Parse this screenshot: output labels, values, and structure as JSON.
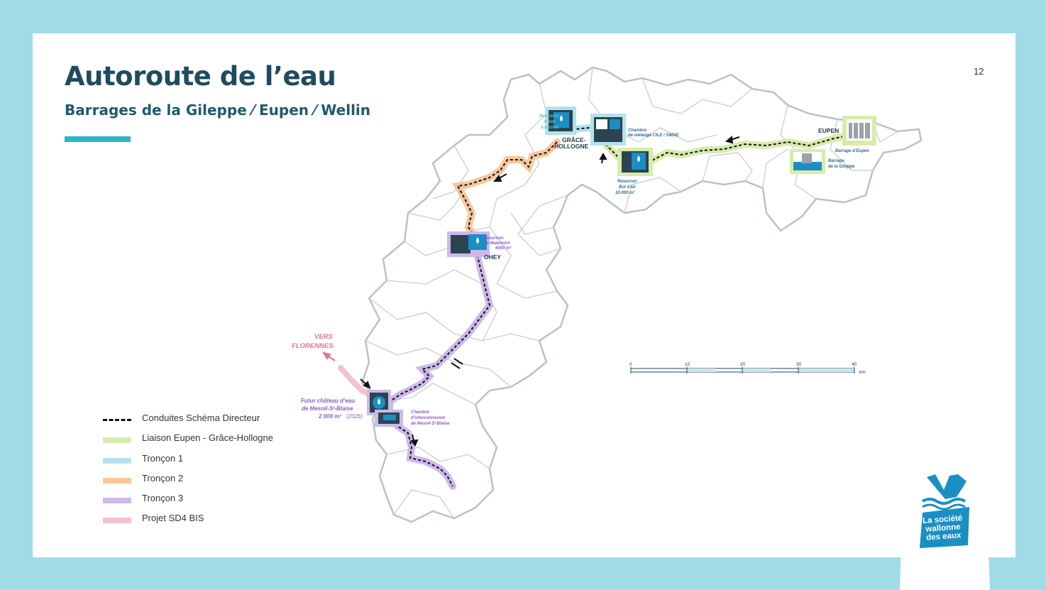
{
  "page": {
    "title": "Autoroute de l’eau",
    "subtitle": "Barrages de la Gileppe ⁄ Eupen ⁄ Wellin",
    "page_number": "12"
  },
  "colors": {
    "background": "#9fdce8",
    "title": "#1e4b5f",
    "accent": "#2bb5cf",
    "liaison": "#d7ecab",
    "troncon1": "#b4e2ec",
    "troncon2": "#f9c79a",
    "troncon3": "#cdb8ea",
    "projet": "#f4c2cf",
    "conduites": "#111111",
    "logo_blue": "#1a8fc4"
  },
  "legend": [
    {
      "label": "Conduites Schéma Directeur",
      "color": "#111111",
      "style": "dashed"
    },
    {
      "label": "Liaison Eupen - Grâce-Hollogne",
      "color": "#d7ecab",
      "style": "solid"
    },
    {
      "label": "Tronçon 1",
      "color": "#b4e2ec",
      "style": "solid"
    },
    {
      "label": "Tronçon 2",
      "color": "#f9c79a",
      "style": "solid"
    },
    {
      "label": "Tronçon 3",
      "color": "#cdb8ea",
      "style": "solid"
    },
    {
      "label": "Projet SD4 BIS",
      "color": "#f4c2cf",
      "style": "solid"
    }
  ],
  "map": {
    "places": {
      "eupen": "EUPEN",
      "grace_hollogne_1": "GRÂCE-",
      "grace_hollogne_2": "HOLLOGNE",
      "ohey": "OHEY",
      "vers_florennes_1": "VERS",
      "vers_florennes_2": "FLORENNES"
    },
    "sites": {
      "barrage_eupen": "Barrage d’Eupen",
      "barrage_gileppe_1": "Barrage",
      "barrage_gileppe_2": "de la Gileppe",
      "chambre_cile_1": "Chambre",
      "chambre_cile_2": "de mélange CILE / SWDE",
      "reservoir_bois_1": "Réservoir",
      "reservoir_bois_2": "Bol d’air",
      "reservoir_bois_3": "10.000 m³",
      "reservoir_croix_1": "Réservoir",
      "reservoir_croix_2": "Arbre",
      "reservoir_croix_3": "à la croix",
      "reservoir_malamont_1": "Réservoir",
      "reservoir_malamont_2": "de Malamont",
      "reservoir_malamont_3": "6000 m³",
      "chateau_1": "Futur château d’eau",
      "chateau_2": "de Mesnil-Sᵗ-Blaise",
      "chateau_3": "2 000 m³",
      "chateau_4": "(2026)",
      "chambre_mesnil_1": "Chambre",
      "chambre_mesnil_2": "d’interconnexion",
      "chambre_mesnil_3": "de Mesnil-Sᵗ-Blaise"
    },
    "scale": {
      "ticks": [
        "0",
        "10",
        "20",
        "30",
        "40"
      ],
      "unit": "km"
    }
  },
  "logo": {
    "line1": "La société",
    "line2": "wallonne",
    "line3": "des eaux"
  }
}
